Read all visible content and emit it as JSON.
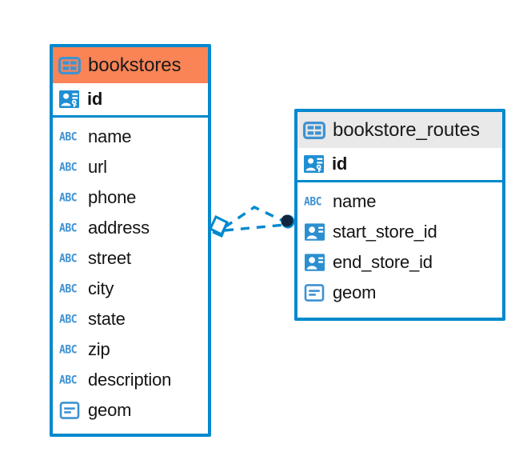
{
  "diagram": {
    "type": "entity-relationship-diagram",
    "background": "#ffffff",
    "accent_blue": "#0089ce",
    "accent_orange": "#fa8455",
    "accent_grey": "#e9e9e9",
    "icon_blue": "#3f92d2"
  },
  "entities": [
    {
      "name": "bookstores",
      "header_color": "#fa8455",
      "selected": true,
      "primary_key": {
        "label": "id",
        "icon": "primary-key-icon"
      },
      "fields": [
        {
          "label": "name",
          "icon": "text-abc-icon",
          "icon_text": "ABC"
        },
        {
          "label": "url",
          "icon": "text-abc-icon",
          "icon_text": "ABC"
        },
        {
          "label": "phone",
          "icon": "text-abc-icon",
          "icon_text": "ABC"
        },
        {
          "label": "address",
          "icon": "text-abc-icon",
          "icon_text": "ABC"
        },
        {
          "label": "street",
          "icon": "text-abc-icon",
          "icon_text": "ABC"
        },
        {
          "label": "city",
          "icon": "text-abc-icon",
          "icon_text": "ABC"
        },
        {
          "label": "state",
          "icon": "text-abc-icon",
          "icon_text": "ABC"
        },
        {
          "label": "zip",
          "icon": "text-abc-icon",
          "icon_text": "ABC"
        },
        {
          "label": "description",
          "icon": "text-abc-icon",
          "icon_text": "ABC"
        },
        {
          "label": "geom",
          "icon": "geometry-icon",
          "icon_text": ""
        }
      ]
    },
    {
      "name": "bookstore_routes",
      "header_color": "#e9e9e9",
      "selected": false,
      "primary_key": {
        "label": "id",
        "icon": "primary-key-icon"
      },
      "fields": [
        {
          "label": "name",
          "icon": "text-abc-icon",
          "icon_text": "ABC"
        },
        {
          "label": "start_store_id",
          "icon": "foreign-key-icon",
          "icon_text": ""
        },
        {
          "label": "end_store_id",
          "icon": "foreign-key-icon",
          "icon_text": ""
        },
        {
          "label": "geom",
          "icon": "geometry-icon",
          "icon_text": ""
        }
      ]
    }
  ],
  "relationship": {
    "from_entity": "bookstores",
    "to_entity": "bookstore_routes",
    "line_style": "dashed",
    "line_color": "#0089ce",
    "source_marker": "diamond-outline",
    "target_marker": "filled-circle",
    "target_marker_color": "#102a43"
  }
}
